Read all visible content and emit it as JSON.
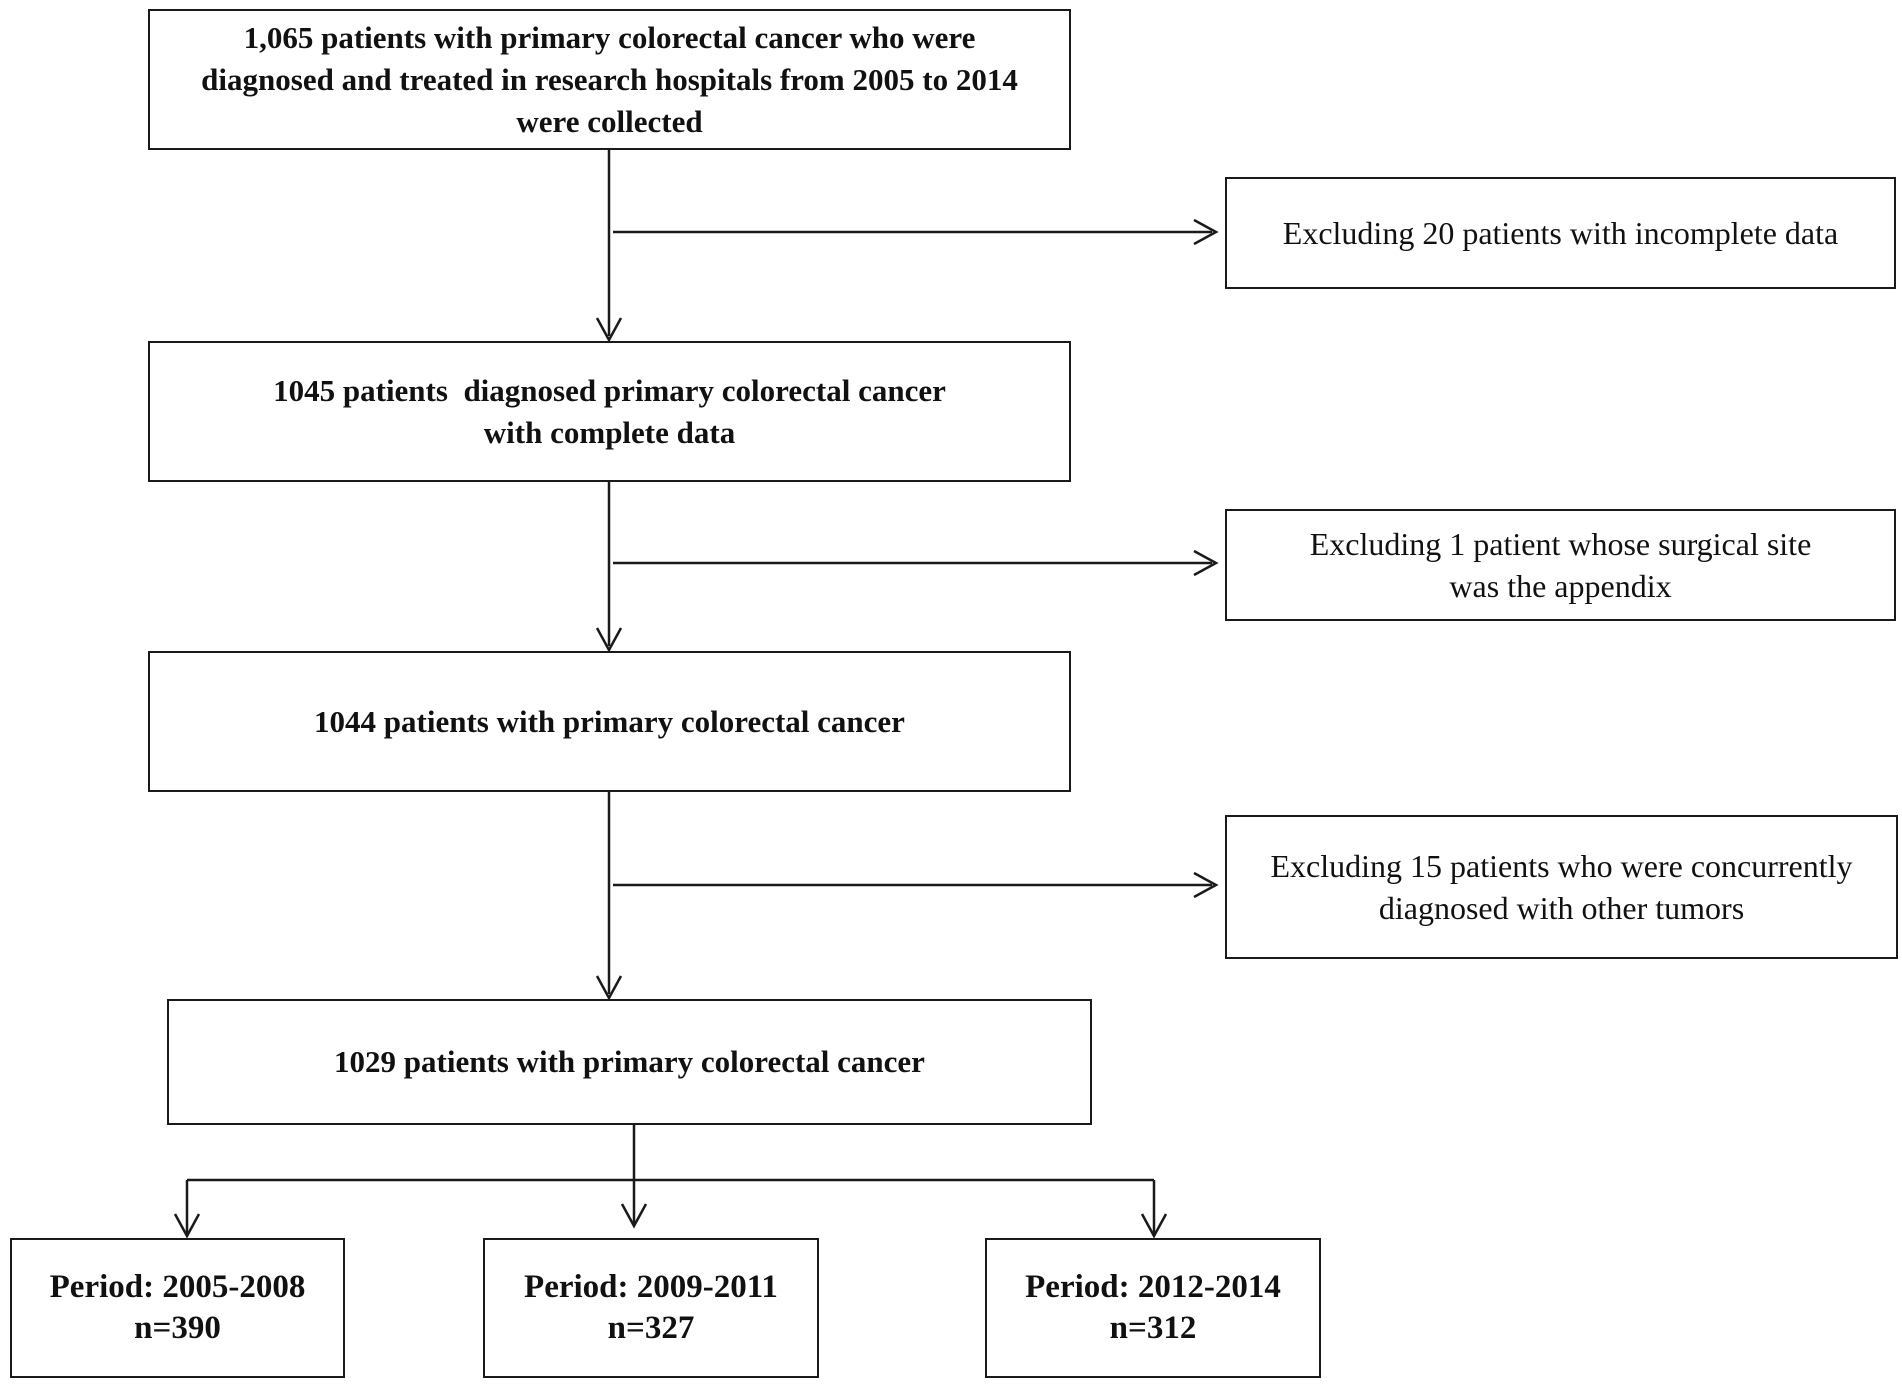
{
  "flow": {
    "step1": {
      "lines": [
        "1,065 patients with primary colorectal cancer who were",
        "diagnosed and treated in research hospitals from 2005 to 2014",
        "were collected"
      ]
    },
    "exclude1": {
      "lines": [
        "Excluding 20 patients with incomplete data"
      ]
    },
    "step2": {
      "lines": [
        "1045 patients  diagnosed primary colorectal cancer",
        "with complete data"
      ]
    },
    "exclude2": {
      "lines": [
        "Excluding 1 patient whose surgical site",
        "was the appendix"
      ]
    },
    "step3": {
      "lines": [
        "1044 patients with primary colorectal cancer"
      ]
    },
    "exclude3": {
      "lines": [
        "Excluding 15 patients who were concurrently",
        "diagnosed with other tumors"
      ]
    },
    "step4": {
      "lines": [
        "1029 patients with primary colorectal cancer"
      ]
    },
    "periods": [
      {
        "label": "Period: 2005-2008",
        "n": "n=390"
      },
      {
        "label": "Period: 2009-2011",
        "n": "n=327"
      },
      {
        "label": "Period: 2012-2014",
        "n": "n=312"
      }
    ]
  },
  "colors": {
    "stroke": "#1a1a1a",
    "text": "#111111",
    "background": "#ffffff"
  }
}
